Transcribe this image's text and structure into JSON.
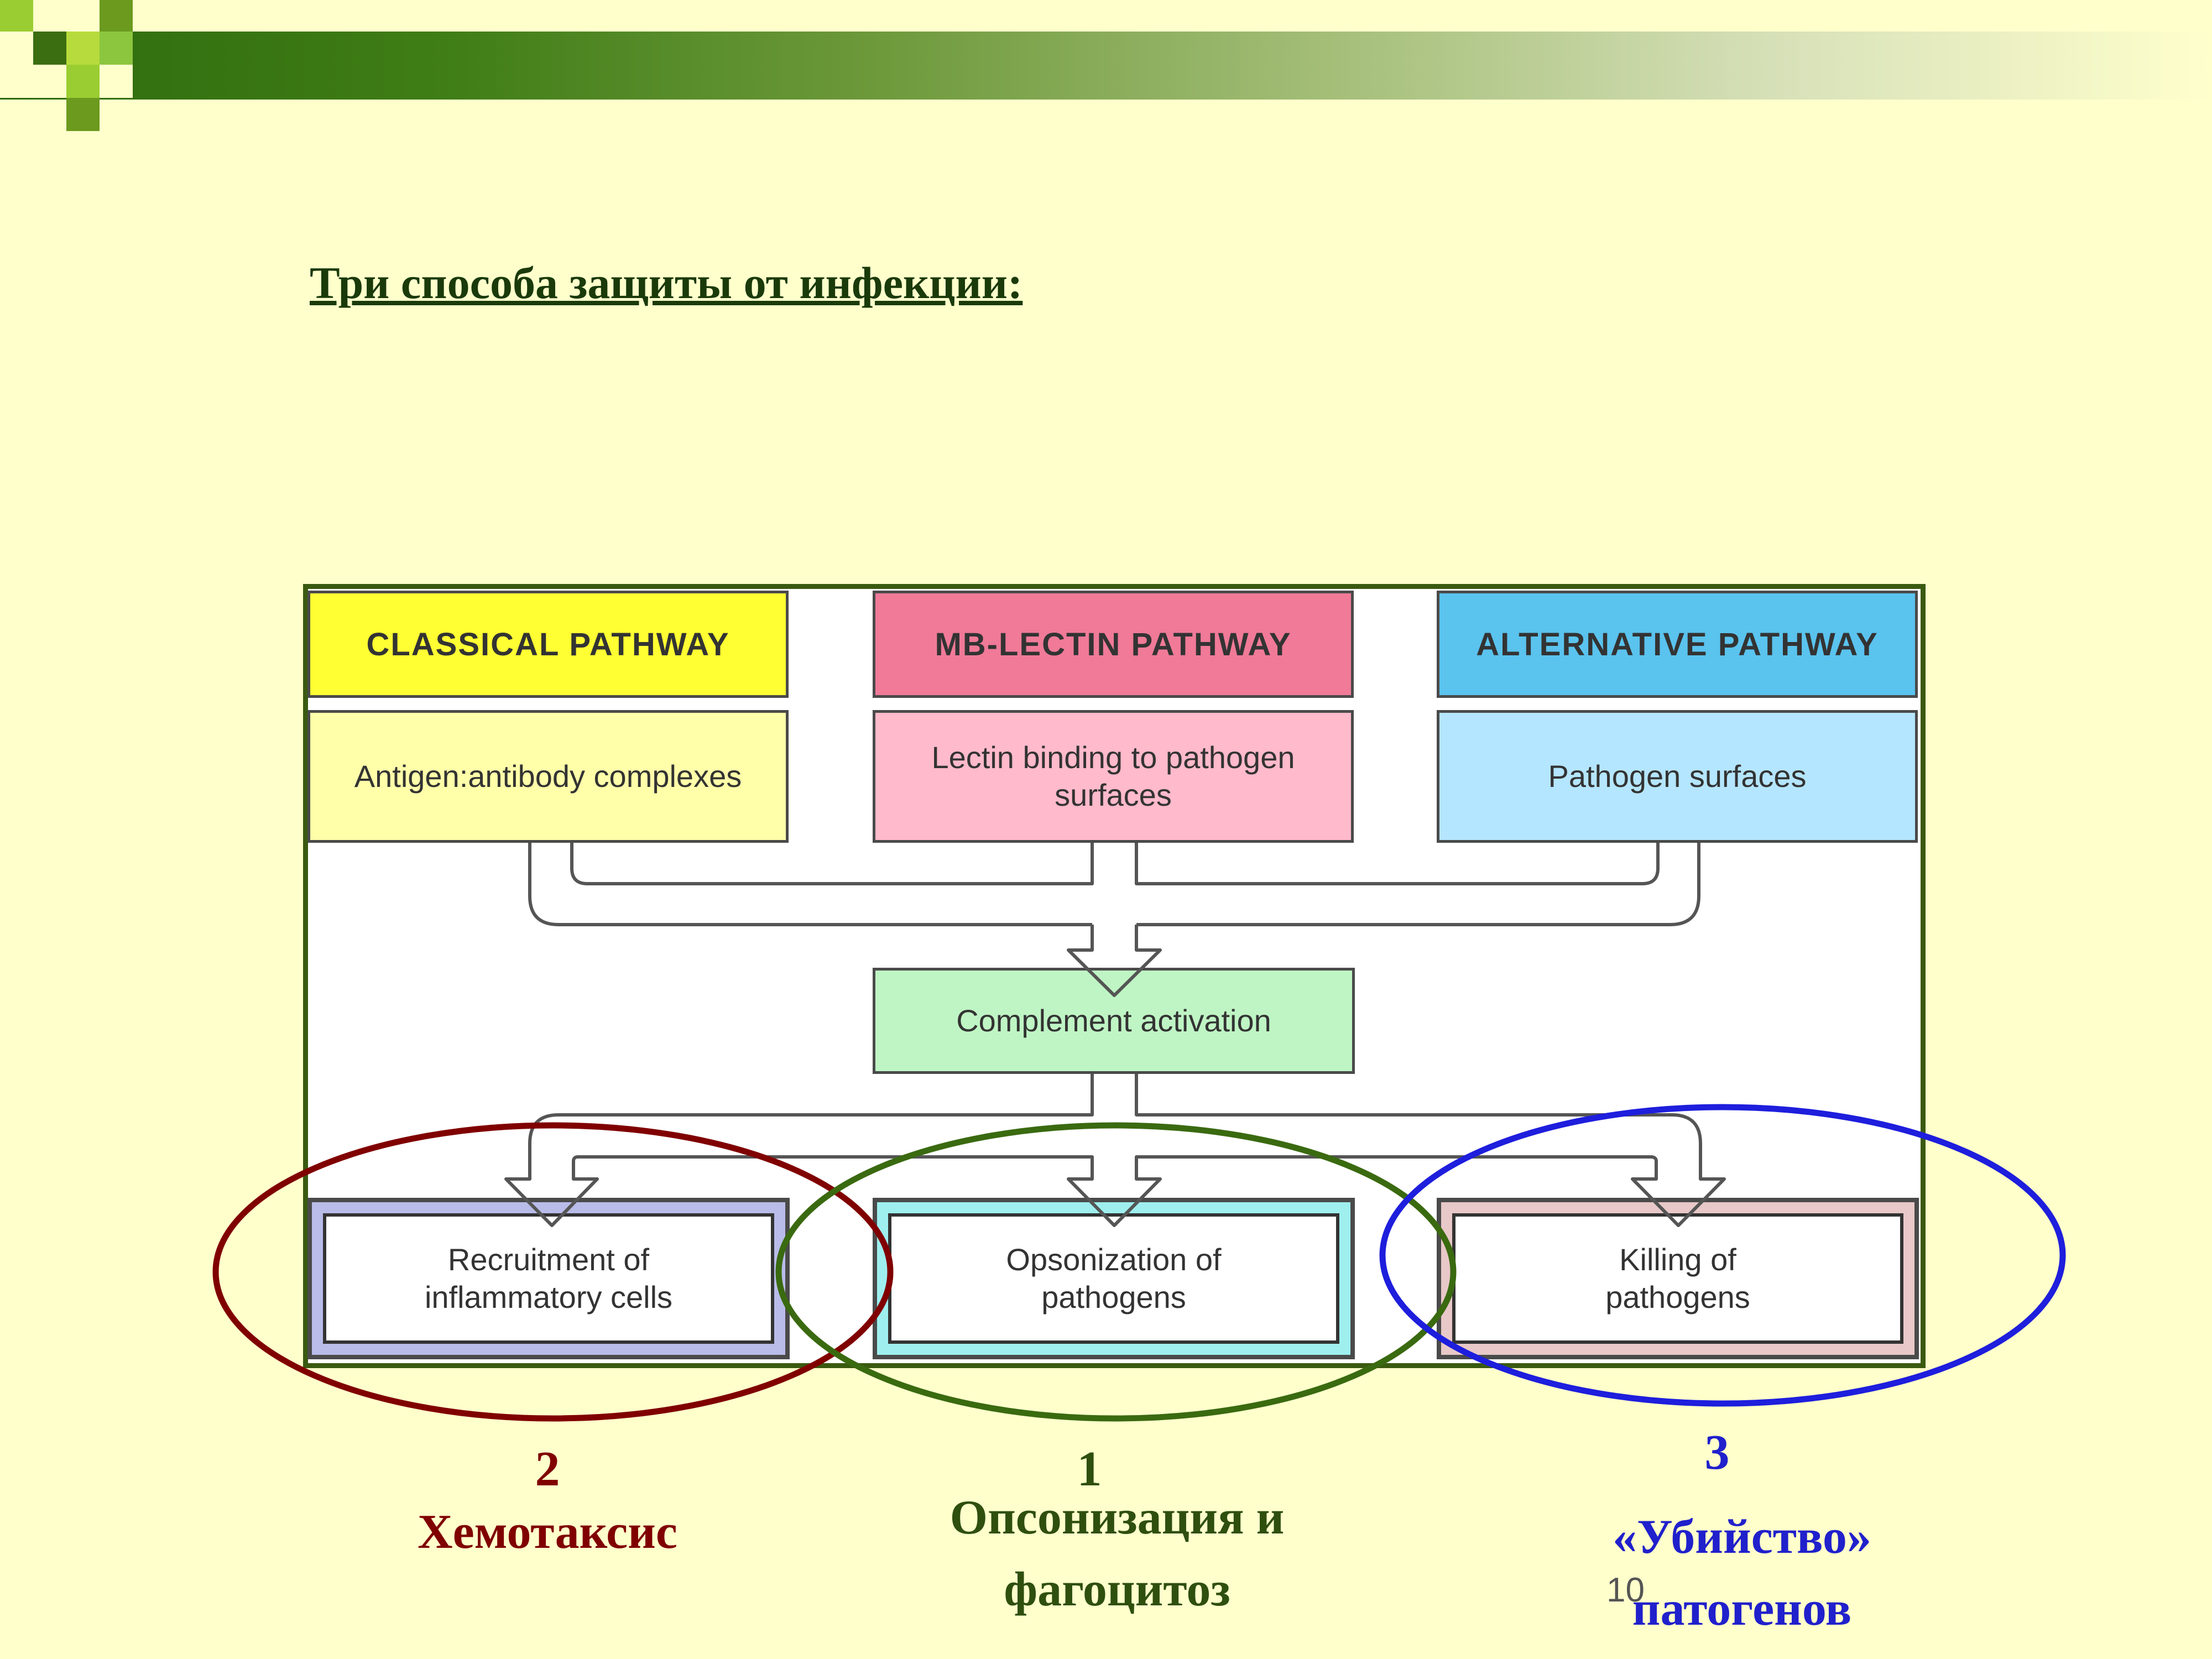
{
  "slide": {
    "title": "Три способа защиты от инфекции:",
    "page_number": "10"
  },
  "diagram": {
    "pathways": [
      {
        "label": "CLASSICAL  PATHWAY",
        "trigger": "Antigen:antibody  complexes",
        "color": "#FFFF33",
        "trigger_color": "#FFFFAA"
      },
      {
        "label": "MB-LECTIN  PATHWAY",
        "trigger": "Lectin  binding  to  pathogen surfaces",
        "color": "#F07A98",
        "trigger_color": "#FFBACB"
      },
      {
        "label": "ALTERNATIVE  PATHWAY",
        "trigger": "Pathogen  surfaces",
        "color": "#5AC3EE",
        "trigger_color": "#B5E6FF"
      }
    ],
    "center": {
      "label": "Complement  activation",
      "color": "#BFF5C4"
    },
    "outcomes": [
      {
        "label": "Recruitment  of inflammatory  cells",
        "border_color": "#B9BCE8"
      },
      {
        "label": "Opsonization of  pathogens",
        "border_color": "#9FEFEF"
      },
      {
        "label": "Killing of  pathogens",
        "border_color": "#E8C8C8"
      }
    ]
  },
  "annotations": [
    {
      "number": "2",
      "text": "Хемотаксис",
      "color": "#800000"
    },
    {
      "number": "1",
      "text": "Опсонизация и фагоцитоз",
      "color": "#2F4F0F"
    },
    {
      "number": "3",
      "text": "«Убийство» патогенов",
      "color": "#2020CC"
    }
  ]
}
